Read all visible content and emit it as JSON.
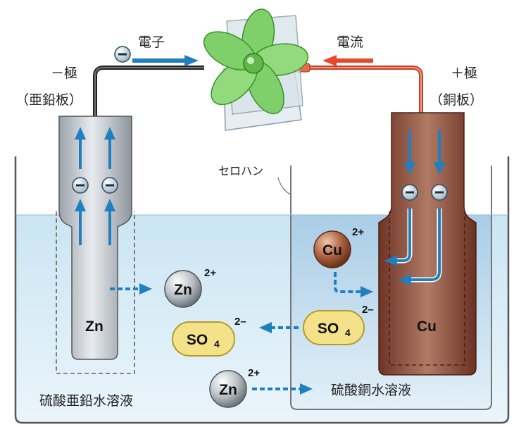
{
  "labels": {
    "electron": "電子",
    "current": "電流",
    "neg_pole": "－極",
    "neg_plate": "（亜鉛板）",
    "pos_pole": "＋極",
    "pos_plate": "（銅板）",
    "cellophane": "セロハン",
    "zn_solution": "硫酸亜鉛水溶液",
    "cu_solution": "硫酸銅水溶液"
  },
  "electrodes": {
    "zn": "Zn",
    "cu": "Cu"
  },
  "ions": {
    "zn_ion_mid": {
      "symbol": "Zn",
      "charge": "2+"
    },
    "zn_ion_bottom": {
      "symbol": "Zn",
      "charge": "2+"
    },
    "cu_ion": {
      "symbol": "Cu",
      "charge": "2+"
    },
    "so4_left": {
      "symbol": "SO",
      "sub": "4",
      "charge": "2–"
    },
    "so4_right": {
      "symbol": "SO",
      "sub": "4",
      "charge": "2–"
    }
  },
  "electron_symbol": "−",
  "colors": {
    "electron_arrow": "#1f7fc0",
    "current_arrow": "#e8472a",
    "neg_wire": "#222222",
    "pos_wire": "#c8402a",
    "zn_solution": "#cfe6f3",
    "cu_solution": "#b7d6ec",
    "zinc_plate": "#bfc5cc",
    "copper_plate": "#8a4b3a",
    "so4_fill": "#f3e28a",
    "fan_blade": "#7fcf6a"
  }
}
